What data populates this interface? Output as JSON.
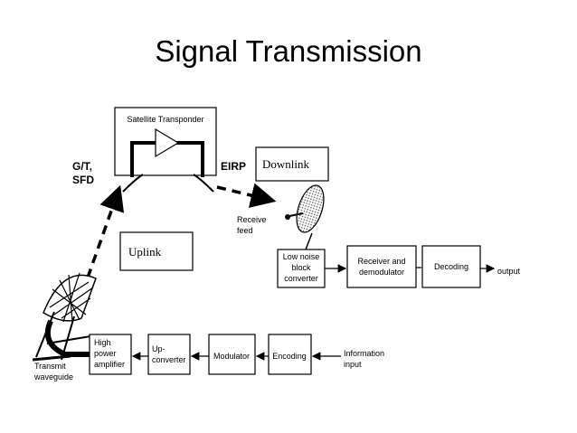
{
  "title": "Signal Transmission",
  "satellite": {
    "transponder_label": "Satellite Transponder",
    "left_param_line1": "G/T,",
    "left_param_line2": "SFD",
    "right_param": "EIRP"
  },
  "links": {
    "uplink": "Uplink",
    "downlink": "Downlink"
  },
  "receive_chain": {
    "receive_feed_line1": "Receive",
    "receive_feed_line2": "feed",
    "lnb_line1": "Low noise",
    "lnb_line2": "block",
    "lnb_line3": "converter",
    "receiver_line1": "Receiver and",
    "receiver_line2": "demodulator",
    "decoding": "Decoding",
    "output": "output"
  },
  "transmit_chain": {
    "transmit_line1": "Transmit",
    "transmit_line2": "waveguide",
    "hpa_line1": "High",
    "hpa_line2": "power",
    "hpa_line3": "amplifier",
    "upconverter_line1": "Up-",
    "upconverter_line2": "converter",
    "modulator": "Modulator",
    "encoding": "Encoding",
    "info_line1": "Information",
    "info_line2": "input"
  },
  "icons": [
    "amplifier-triangle-icon",
    "dish-antenna-icon",
    "transmit-dish-icon",
    "arrow-icon"
  ]
}
